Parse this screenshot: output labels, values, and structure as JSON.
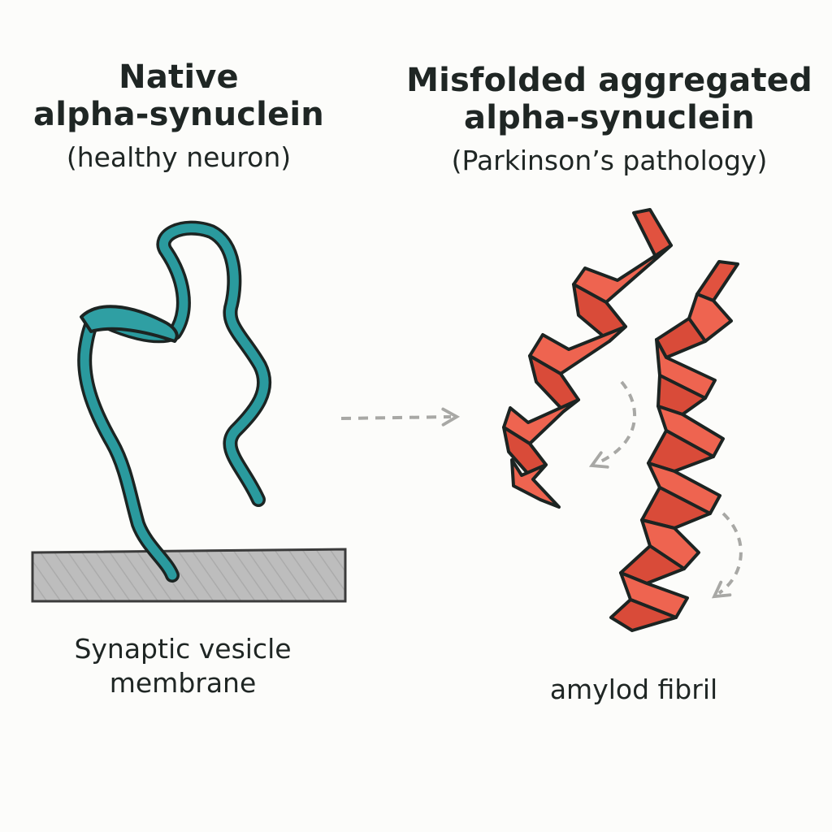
{
  "native": {
    "title_line1": "Native",
    "title_line2": "alpha-synuclein",
    "subtitle": "(healthy neuron)",
    "caption_line1": "Synaptic vesicle",
    "caption_line2": "membrane"
  },
  "misfolded": {
    "title_line1": "Misfolded aggregated",
    "title_line2": "alpha-synuclein",
    "subtitle": "(Parkinson’s pathology)",
    "caption": "amylod fibril"
  },
  "colors": {
    "native_protein": "#2a9a9e",
    "misfolded_protein": "#ea5c48",
    "membrane": "#b9b9b9",
    "outline": "#1c2422",
    "arrow": "#a8a8a5"
  }
}
